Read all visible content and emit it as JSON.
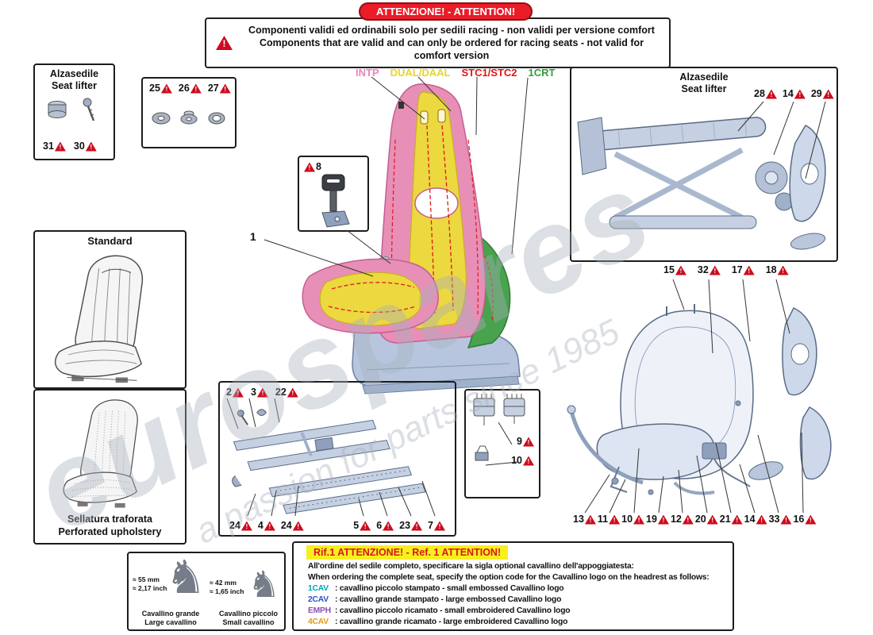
{
  "banner": {
    "title": "ATTENZIONE! - ATTENTION!",
    "line1": "Componenti validi ed ordinabili solo per sedili  racing - non validi per versione  comfort",
    "line2": "Components that are valid and can only be ordered for racing seats - not valid for comfort version"
  },
  "legend": {
    "items": [
      {
        "label": "INTP",
        "color": "#f081bb"
      },
      {
        "label": "DUAL/DAAL",
        "color": "#e6d42c"
      },
      {
        "label": "STC1/STC2",
        "color": "#e01515"
      },
      {
        "label": "1CRT",
        "color": "#2f9e3a"
      }
    ]
  },
  "seat_lifter_left": {
    "title_line1": "Alzasedile",
    "title_line2": "Seat lifter",
    "parts": [
      "31",
      "30"
    ]
  },
  "grommets": {
    "parts": [
      "25",
      "26",
      "27"
    ]
  },
  "belt": {
    "part": "8"
  },
  "main_seat": {
    "part": "1"
  },
  "seat_lifter_right": {
    "title_line1": "Alzasedile",
    "title_line2": "Seat lifter",
    "parts": [
      "28",
      "14",
      "29"
    ]
  },
  "standard": {
    "title": "Standard"
  },
  "perforated": {
    "line1": "Sellatura traforata",
    "line2": "Perforated upholstery"
  },
  "rails": {
    "top_parts": [
      "2",
      "3",
      "22"
    ],
    "bottom_left_parts": [
      "24",
      "4",
      "24"
    ],
    "bottom_right_parts": [
      "5",
      "6",
      "23",
      "7"
    ]
  },
  "connectors": {
    "parts": [
      "9",
      "10"
    ]
  },
  "exploded": {
    "top_parts": [
      "15",
      "32",
      "17",
      "18"
    ],
    "bottom_parts": [
      "13",
      "11",
      "10",
      "19",
      "12",
      "20",
      "21",
      "14",
      "33",
      "16"
    ]
  },
  "ref1": {
    "title": "Rif.1 ATTENZIONE! - Ref. 1 ATTENTION!",
    "intro_it": "All'ordine del sedile completo, specificare la sigla optional cavallino dell'appoggiatesta:",
    "intro_en": "When ordering the complete seat, specify the option code for the Cavallino logo on the headrest as follows:",
    "options": [
      {
        "code": "1CAV",
        "color": "#00a7b5",
        "text": ": cavallino piccolo stampato - small embossed Cavallino logo"
      },
      {
        "code": "2CAV",
        "color": "#2a52c8",
        "text": ": cavallino grande stampato - large embossed Cavallino logo"
      },
      {
        "code": "EMPH",
        "color": "#8a4fb5",
        "text": ": cavallino piccolo ricamato - small embroidered Cavallino logo"
      },
      {
        "code": "4CAV",
        "color": "#e09a10",
        "text": ": cavallino grande ricamato - large embroidered Cavallino logo"
      }
    ]
  },
  "cavallino": {
    "large": {
      "size_mm": "≈ 55 mm",
      "size_in": "≈ 2,17 inch",
      "name_it": "Cavallino grande",
      "name_en": "Large cavallino"
    },
    "small": {
      "size_mm": "≈ 42 mm",
      "size_in": "≈ 1,65 inch",
      "name_it": "Cavallino piccolo",
      "name_en": "Small cavallino"
    },
    "horse_glyph": "♞"
  },
  "watermark": {
    "brand": "eurospares",
    "tagline": "a passion for parts since 1985"
  },
  "colors": {
    "warning_red": "#ce0b1d",
    "banner_red": "#ea1c27",
    "highlight_yellow": "#f8ef1f"
  }
}
